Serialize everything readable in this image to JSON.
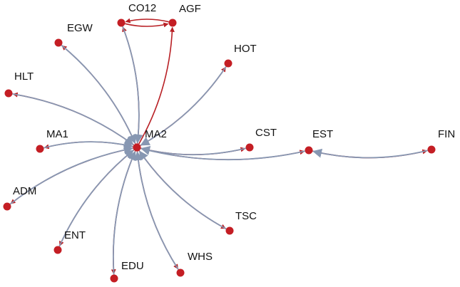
{
  "colors": {
    "outgoing": "#B81F24",
    "incoming": "#8797B2",
    "node": "#C41E24"
  },
  "nodes": [
    {
      "id": "MA2",
      "label": "MA2"
    },
    {
      "id": "CO12",
      "label": "CO12"
    },
    {
      "id": "AGF",
      "label": "AGF"
    },
    {
      "id": "EGW",
      "label": "EGW"
    },
    {
      "id": "HOT",
      "label": "HOT"
    },
    {
      "id": "HLT",
      "label": "HLT"
    },
    {
      "id": "MA1",
      "label": "MA1"
    },
    {
      "id": "CST",
      "label": "CST"
    },
    {
      "id": "EST",
      "label": "EST"
    },
    {
      "id": "FIN",
      "label": "FIN"
    },
    {
      "id": "ADM",
      "label": "ADM"
    },
    {
      "id": "TSC",
      "label": "TSC"
    },
    {
      "id": "ENT",
      "label": "ENT"
    },
    {
      "id": "EDU",
      "label": "EDU"
    },
    {
      "id": "WHS",
      "label": "WHS"
    }
  ],
  "edges": [
    {
      "from": "MA2",
      "to": "CO12",
      "kind": "outgoing"
    },
    {
      "from": "CO12",
      "to": "MA2",
      "kind": "incoming"
    },
    {
      "from": "MA2",
      "to": "AGF",
      "kind": "outgoing"
    },
    {
      "from": "CO12",
      "to": "AGF",
      "kind": "outgoing"
    },
    {
      "from": "AGF",
      "to": "CO12",
      "kind": "outgoing"
    },
    {
      "from": "MA2",
      "to": "EGW",
      "kind": "outgoing"
    },
    {
      "from": "EGW",
      "to": "MA2",
      "kind": "incoming"
    },
    {
      "from": "MA2",
      "to": "HOT",
      "kind": "outgoing"
    },
    {
      "from": "HOT",
      "to": "MA2",
      "kind": "incoming"
    },
    {
      "from": "MA2",
      "to": "HLT",
      "kind": "outgoing"
    },
    {
      "from": "HLT",
      "to": "MA2",
      "kind": "incoming"
    },
    {
      "from": "MA2",
      "to": "MA1",
      "kind": "outgoing"
    },
    {
      "from": "MA1",
      "to": "MA2",
      "kind": "incoming"
    },
    {
      "from": "MA2",
      "to": "CST",
      "kind": "outgoing"
    },
    {
      "from": "CST",
      "to": "MA2",
      "kind": "incoming"
    },
    {
      "from": "MA2",
      "to": "EST",
      "kind": "outgoing"
    },
    {
      "from": "EST",
      "to": "MA2",
      "kind": "incoming"
    },
    {
      "from": "EST",
      "to": "FIN",
      "kind": "outgoing"
    },
    {
      "from": "FIN",
      "to": "EST",
      "kind": "incoming"
    },
    {
      "from": "MA2",
      "to": "ADM",
      "kind": "outgoing"
    },
    {
      "from": "ADM",
      "to": "MA2",
      "kind": "incoming"
    },
    {
      "from": "MA2",
      "to": "TSC",
      "kind": "outgoing"
    },
    {
      "from": "TSC",
      "to": "MA2",
      "kind": "incoming"
    },
    {
      "from": "MA2",
      "to": "ENT",
      "kind": "outgoing"
    },
    {
      "from": "ENT",
      "to": "MA2",
      "kind": "incoming"
    },
    {
      "from": "MA2",
      "to": "EDU",
      "kind": "outgoing"
    },
    {
      "from": "EDU",
      "to": "MA2",
      "kind": "incoming"
    },
    {
      "from": "MA2",
      "to": "WHS",
      "kind": "outgoing"
    },
    {
      "from": "WHS",
      "to": "MA2",
      "kind": "incoming"
    }
  ]
}
